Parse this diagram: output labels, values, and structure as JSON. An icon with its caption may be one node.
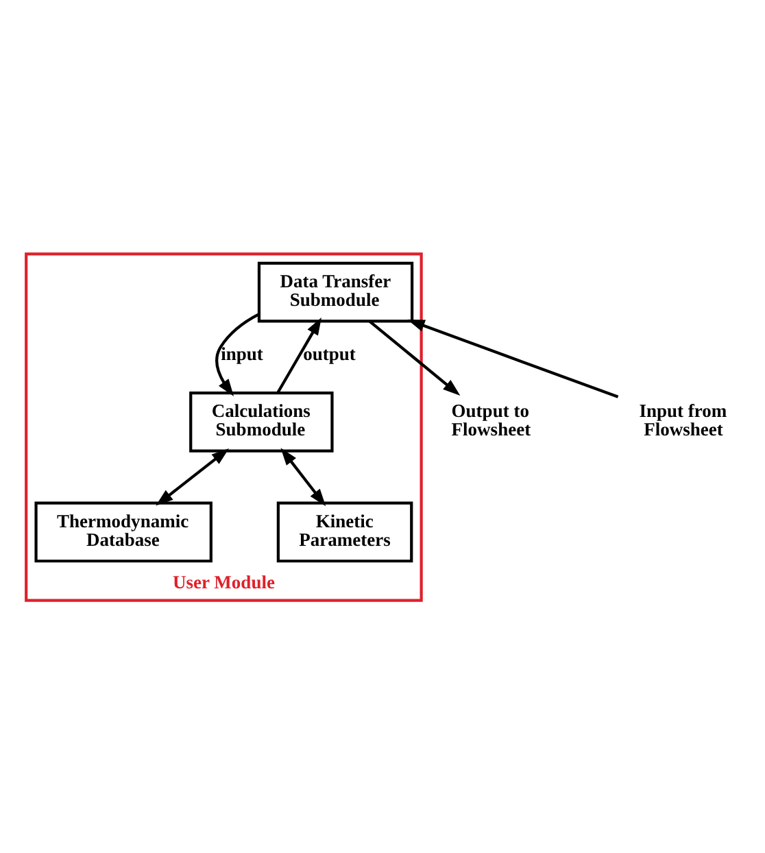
{
  "diagram": {
    "nodes": [
      {
        "text": [
          "User Module"
        ]
      },
      {
        "text": [
          "Input from Flowsheet"
        ]
      },
      {
        "text": [
          "Output to Flowsheet"
        ]
      },
      {
        "text": [
          "Data Transfer Submodule"
        ],
        "in": 0
      },
      {
        "text": [
          "Calculations Submodule"
        ],
        "in": 0
      },
      {
        "text": [
          "Thermodynamic Database"
        ],
        "in": 0
      },
      {
        "text": [
          "Kinetic Parameters"
        ],
        "in": 0
      }
    ],
    "edges": [
      {
        "from": 1,
        "to": 3,
        "arrow": "to"
      },
      {
        "from": 3,
        "to": 2,
        "arrow": "to"
      },
      {
        "from": 3,
        "to": 4,
        "arrow": "to",
        "label": "input"
      },
      {
        "from": 4,
        "to": 3,
        "arrow": "to",
        "label": "output"
      },
      {
        "from": 4,
        "to": 5,
        "arrow": "both"
      },
      {
        "from": 4,
        "to": 6,
        "arrow": "both"
      }
    ]
  }
}
